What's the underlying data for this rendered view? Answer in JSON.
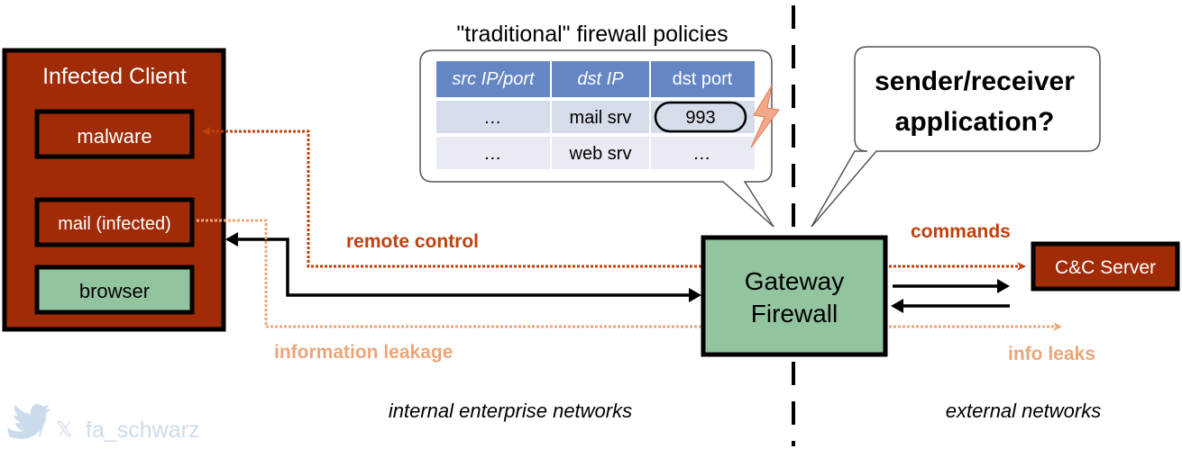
{
  "policies": {
    "title": "\"traditional\" firewall policies",
    "headers": [
      "src IP/port",
      "dst IP",
      "dst port"
    ],
    "rows": [
      [
        "…",
        "mail srv",
        "993"
      ],
      [
        "…",
        "web srv",
        "…"
      ]
    ]
  },
  "question": {
    "line1": "sender/receiver",
    "line2": "application?"
  },
  "client": {
    "title": "Infected Client",
    "apps": [
      "malware",
      "mail (infected)",
      "browser"
    ]
  },
  "gateway": {
    "line1": "Gateway",
    "line2": "Firewall"
  },
  "server": {
    "label": "C&C Server"
  },
  "flows": {
    "remote_control": "remote control",
    "information_leakage": "information leakage",
    "commands": "commands",
    "info_leaks": "info leaks"
  },
  "zones": {
    "internal": "internal enterprise networks",
    "external": "external networks"
  },
  "watermark": {
    "handle": "fa_schwarz"
  },
  "colors": {
    "client_fill": "#A12B06",
    "app_fill": "#A12B06",
    "browser_fill": "#93C4A0",
    "gateway_fill": "#93C4A0",
    "header_fill": "#6586C4",
    "row_fill": "#D7DCEA",
    "remote_control": "#C0410E",
    "info_leakage": "#EBA679",
    "black": "#000000"
  }
}
